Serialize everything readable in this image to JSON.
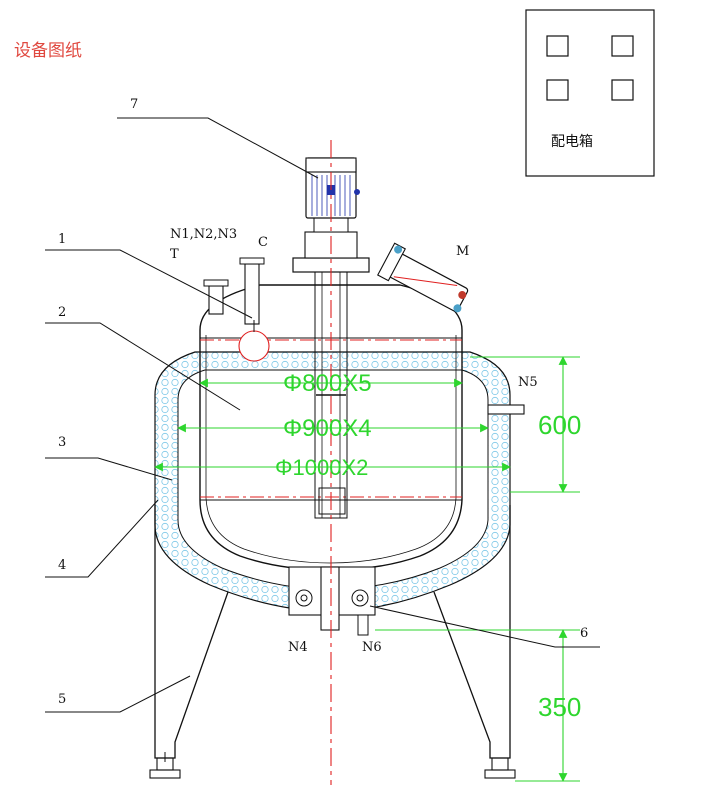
{
  "title": "设备图纸",
  "colors": {
    "title": "#e0483f",
    "dimension": "#2ed62e",
    "centerline": "#e02020",
    "line": "#111111",
    "motor": "#2233aa",
    "insulation": "#7ec8e8"
  },
  "panel": {
    "label": "配电箱"
  },
  "callouts": [
    "1",
    "2",
    "3",
    "4",
    "5",
    "6",
    "7"
  ],
  "nozzles": {
    "top_group": "N1,N2,N3",
    "t": "T",
    "c": "C",
    "m": "M",
    "n5": "N5",
    "n4": "N4",
    "n6": "N6"
  },
  "dimensions": {
    "d1": "Φ800X5",
    "d2": "Φ900X4",
    "d3": "Φ1000X2",
    "height_jacket": "600",
    "height_legs": "350"
  }
}
